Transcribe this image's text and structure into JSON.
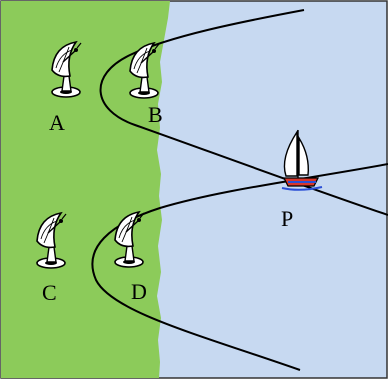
{
  "labels": {
    "a": "A",
    "b": "B",
    "c": "C",
    "d": "D",
    "p": "P"
  },
  "colors": {
    "land": "#8CCB5A",
    "sea": "#C7D9F1",
    "border": "#333333",
    "curve": "#000000"
  },
  "icons": {
    "antenna": "satellite-dish-icon",
    "boat": "sailboat-icon"
  }
}
